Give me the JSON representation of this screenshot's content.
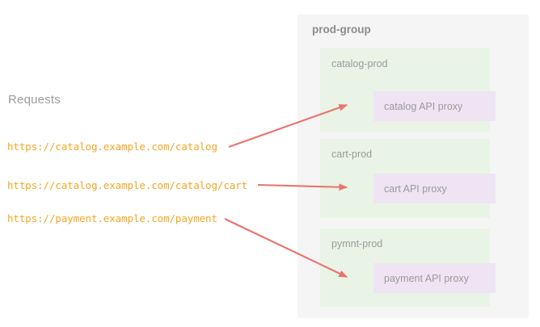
{
  "requests": {
    "title": "Requests",
    "urls": [
      "https://catalog.example.com/catalog",
      "https://catalog.example.com/catalog/cart",
      "https://payment.example.com/payment"
    ]
  },
  "prod_group": {
    "title": "prod-group",
    "environments": [
      {
        "label": "catalog-prod",
        "proxy": "catalog API proxy"
      },
      {
        "label": "cart-prod",
        "proxy": "cart API proxy"
      },
      {
        "label": "pymnt-prod",
        "proxy": "payment API proxy"
      }
    ]
  },
  "colors": {
    "panel_background": "#f5f5f5",
    "environment_background": "#e9f3e6",
    "proxy_background": "#eee4f3",
    "url_text": "#f5a623",
    "label_text": "#9b9b9b",
    "arrow": "#e8756b",
    "page_background": "#ffffff"
  },
  "arrows": [
    {
      "from_request": "https://catalog.example.com/catalog",
      "to_proxy": "catalog API proxy"
    },
    {
      "from_request": "https://catalog.example.com/catalog/cart",
      "to_proxy": "cart API proxy"
    },
    {
      "from_request": "https://payment.example.com/payment",
      "to_proxy": "payment API proxy"
    }
  ]
}
